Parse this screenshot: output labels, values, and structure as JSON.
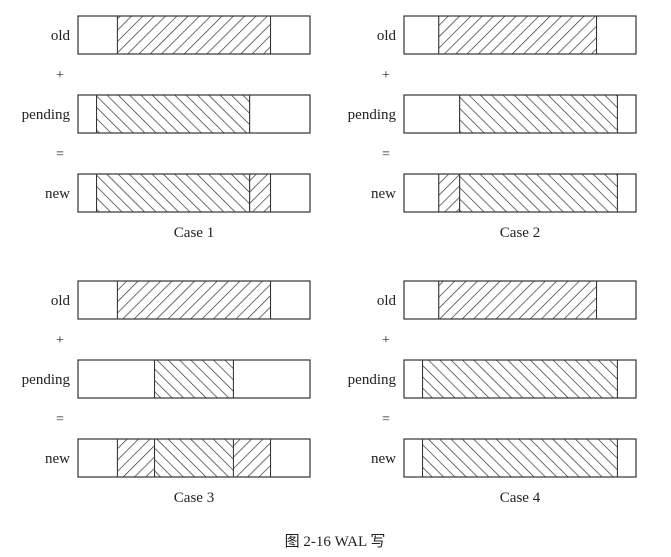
{
  "figure": {
    "caption": "图 2-16   WAL 写",
    "operators": {
      "plus": "+",
      "equals": "="
    },
    "cases": [
      {
        "caption": "Case 1",
        "rows": [
          {
            "label": "old",
            "segments": [
              {
                "from": 0.0,
                "to": 0.17,
                "fill": "empty"
              },
              {
                "from": 0.17,
                "to": 0.83,
                "fill": "forward"
              },
              {
                "from": 0.83,
                "to": 1.0,
                "fill": "empty"
              }
            ]
          },
          {
            "label": "pending",
            "segments": [
              {
                "from": 0.0,
                "to": 0.08,
                "fill": "empty"
              },
              {
                "from": 0.08,
                "to": 0.74,
                "fill": "back"
              },
              {
                "from": 0.74,
                "to": 1.0,
                "fill": "empty"
              }
            ]
          },
          {
            "label": "new",
            "segments": [
              {
                "from": 0.0,
                "to": 0.08,
                "fill": "empty"
              },
              {
                "from": 0.08,
                "to": 0.74,
                "fill": "back"
              },
              {
                "from": 0.74,
                "to": 0.83,
                "fill": "forward"
              },
              {
                "from": 0.83,
                "to": 1.0,
                "fill": "empty"
              }
            ]
          }
        ]
      },
      {
        "caption": "Case 2",
        "rows": [
          {
            "label": "old",
            "segments": [
              {
                "from": 0.0,
                "to": 0.15,
                "fill": "empty"
              },
              {
                "from": 0.15,
                "to": 0.83,
                "fill": "forward"
              },
              {
                "from": 0.83,
                "to": 1.0,
                "fill": "empty"
              }
            ]
          },
          {
            "label": "pending",
            "segments": [
              {
                "from": 0.0,
                "to": 0.24,
                "fill": "empty"
              },
              {
                "from": 0.24,
                "to": 0.92,
                "fill": "back"
              },
              {
                "from": 0.92,
                "to": 1.0,
                "fill": "empty"
              }
            ]
          },
          {
            "label": "new",
            "segments": [
              {
                "from": 0.0,
                "to": 0.15,
                "fill": "empty"
              },
              {
                "from": 0.15,
                "to": 0.24,
                "fill": "forward"
              },
              {
                "from": 0.24,
                "to": 0.92,
                "fill": "back"
              },
              {
                "from": 0.92,
                "to": 1.0,
                "fill": "empty"
              }
            ]
          }
        ]
      },
      {
        "caption": "Case 3",
        "rows": [
          {
            "label": "old",
            "segments": [
              {
                "from": 0.0,
                "to": 0.17,
                "fill": "empty"
              },
              {
                "from": 0.17,
                "to": 0.83,
                "fill": "forward"
              },
              {
                "from": 0.83,
                "to": 1.0,
                "fill": "empty"
              }
            ]
          },
          {
            "label": "pending",
            "segments": [
              {
                "from": 0.0,
                "to": 0.33,
                "fill": "empty"
              },
              {
                "from": 0.33,
                "to": 0.67,
                "fill": "back"
              },
              {
                "from": 0.67,
                "to": 1.0,
                "fill": "empty"
              }
            ]
          },
          {
            "label": "new",
            "segments": [
              {
                "from": 0.0,
                "to": 0.17,
                "fill": "empty"
              },
              {
                "from": 0.17,
                "to": 0.33,
                "fill": "forward"
              },
              {
                "from": 0.33,
                "to": 0.67,
                "fill": "back"
              },
              {
                "from": 0.67,
                "to": 0.83,
                "fill": "forward"
              },
              {
                "from": 0.83,
                "to": 1.0,
                "fill": "empty"
              }
            ]
          }
        ]
      },
      {
        "caption": "Case 4",
        "rows": [
          {
            "label": "old",
            "segments": [
              {
                "from": 0.0,
                "to": 0.15,
                "fill": "empty"
              },
              {
                "from": 0.15,
                "to": 0.83,
                "fill": "forward"
              },
              {
                "from": 0.83,
                "to": 1.0,
                "fill": "empty"
              }
            ]
          },
          {
            "label": "pending",
            "segments": [
              {
                "from": 0.0,
                "to": 0.08,
                "fill": "empty"
              },
              {
                "from": 0.08,
                "to": 0.92,
                "fill": "back"
              },
              {
                "from": 0.92,
                "to": 1.0,
                "fill": "empty"
              }
            ]
          },
          {
            "label": "new",
            "segments": [
              {
                "from": 0.0,
                "to": 0.08,
                "fill": "empty"
              },
              {
                "from": 0.08,
                "to": 0.92,
                "fill": "back"
              },
              {
                "from": 0.92,
                "to": 1.0,
                "fill": "empty"
              }
            ]
          }
        ]
      }
    ]
  }
}
